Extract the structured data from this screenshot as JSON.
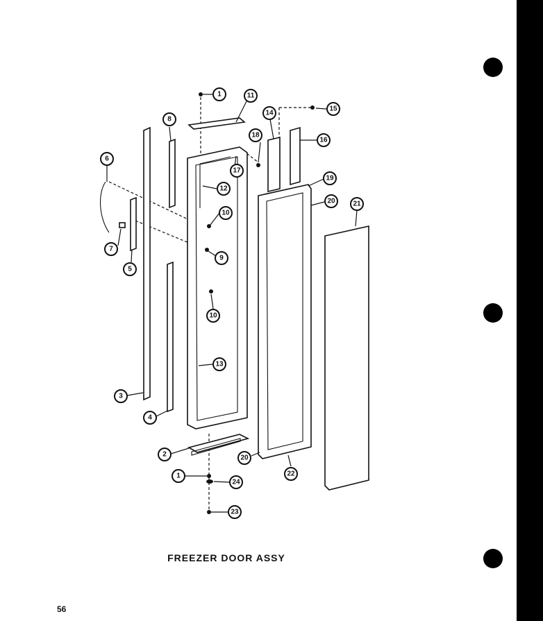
{
  "title": "FREEZER DOOR ASSY",
  "page_number": "56",
  "callouts": [
    "1",
    "11",
    "8",
    "14",
    "15",
    "18",
    "16",
    "6",
    "17",
    "12",
    "19",
    "20",
    "21",
    "10",
    "9",
    "7",
    "5",
    "10",
    "13",
    "3",
    "4",
    "2",
    "20",
    "22",
    "1",
    "24",
    "23"
  ],
  "colors": {
    "ink": "#111111",
    "paper": "#ffffff",
    "binding_edge": "#000000"
  }
}
